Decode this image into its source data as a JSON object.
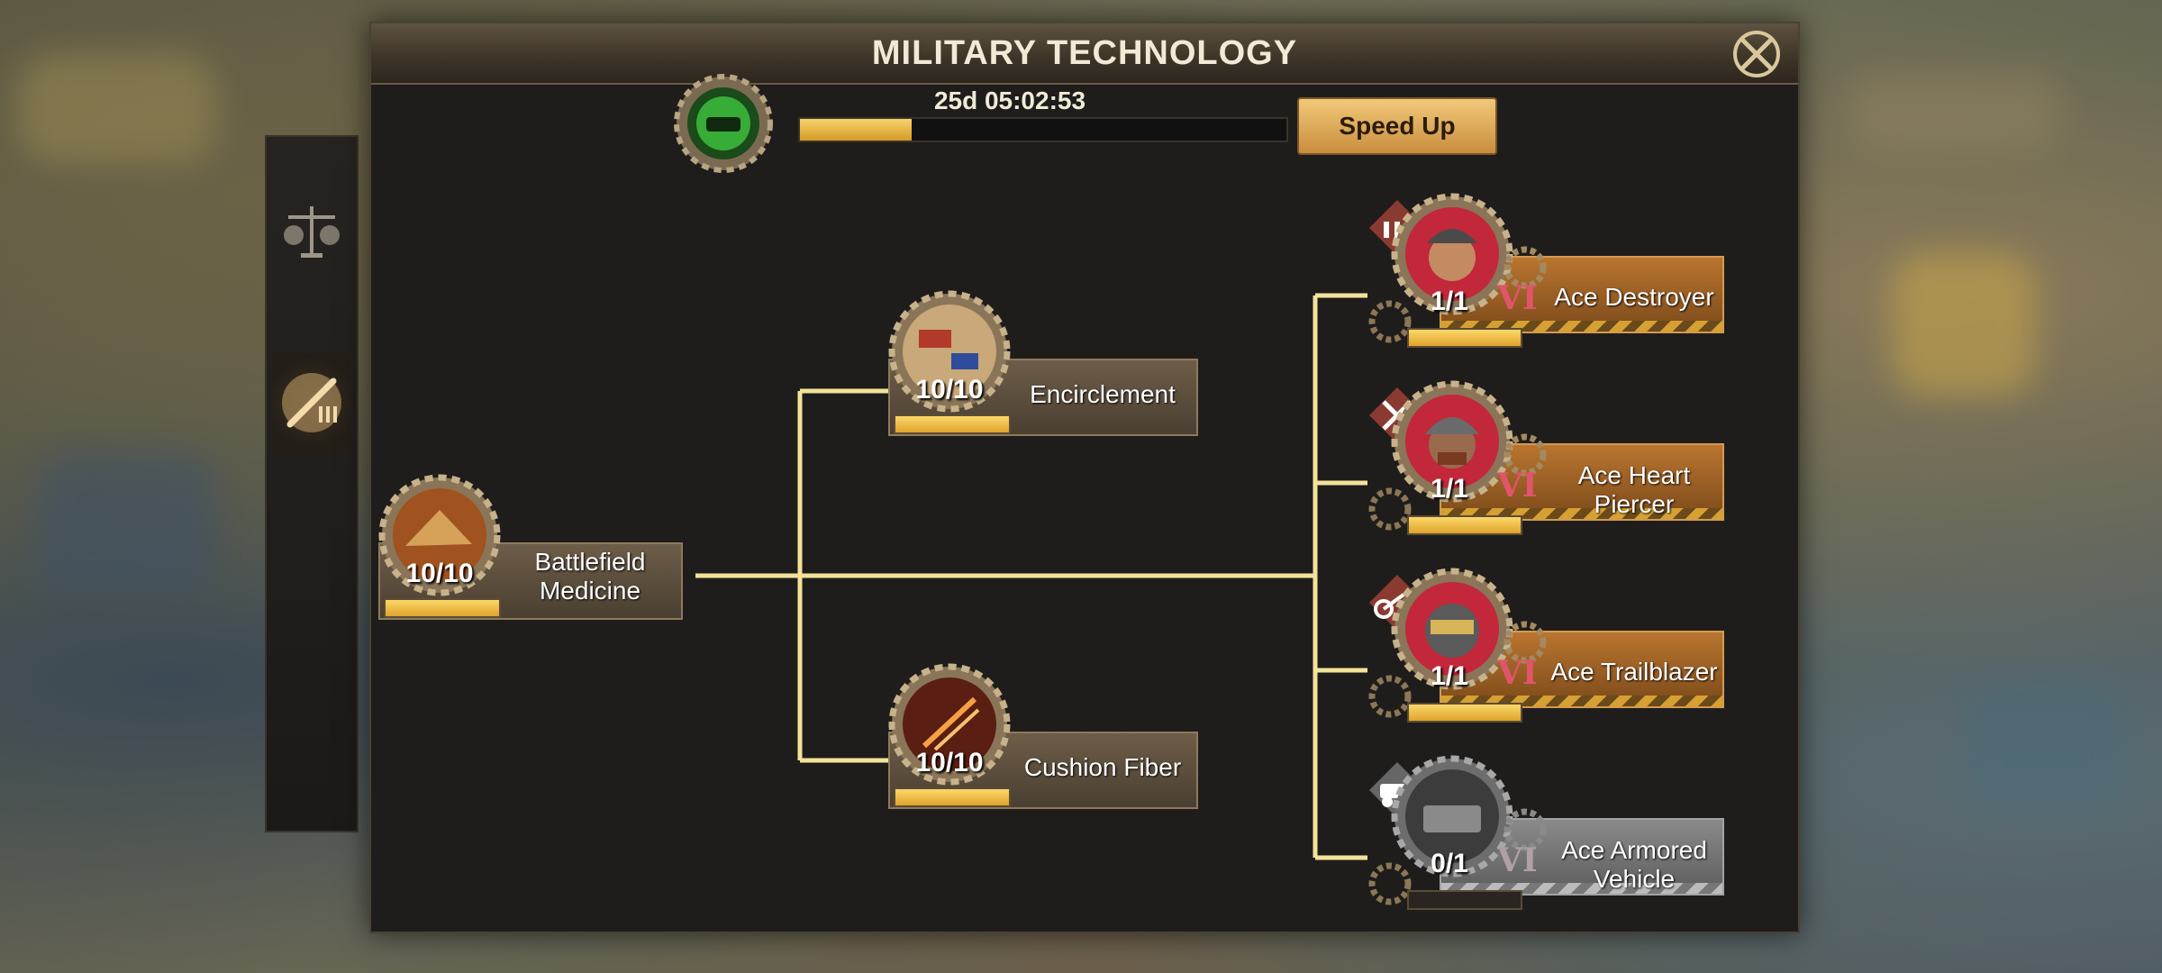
{
  "title": "MILITARY TECHNOLOGY",
  "research": {
    "timer": "25d 05:02:53",
    "progress": 0.23,
    "speed_up_label": "Speed Up"
  },
  "side_tabs": [
    {
      "icon": "balance-scale-icon",
      "active": false
    },
    {
      "icon": "rifle-icon",
      "active": true
    }
  ],
  "nodes": {
    "battlefield_medicine": {
      "line1": "Battlefield",
      "line2": "Medicine",
      "level": "10/10",
      "progress": 1.0
    },
    "encirclement": {
      "label": "Encirclement",
      "level": "10/10",
      "progress": 1.0
    },
    "cushion_fiber": {
      "label": "Cushion Fiber",
      "level": "10/10",
      "progress": 1.0
    },
    "ace_destroyer": {
      "label": "Ace Destroyer",
      "level": "1/1",
      "tier": "VI",
      "progress": 1.0
    },
    "ace_heart_piercer": {
      "line1": "Ace Heart",
      "line2": "Piercer",
      "level": "1/1",
      "tier": "VI",
      "progress": 1.0
    },
    "ace_trailblazer": {
      "label": "Ace Trailblazer",
      "level": "1/1",
      "tier": "VI",
      "progress": 1.0
    },
    "ace_armored_vehicle": {
      "line1": "Ace Armored",
      "line2": "Vehicle",
      "level": "0/1",
      "tier": "VI",
      "progress": 0.0
    }
  },
  "colors": {
    "accent": "#f7d36e",
    "line": "#f3e39a",
    "tier": "#e0556b"
  }
}
